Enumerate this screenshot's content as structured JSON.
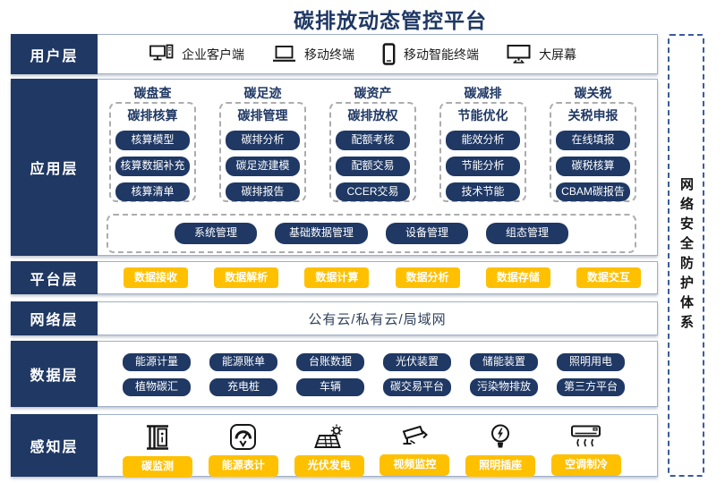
{
  "title": "碳排放动态管控平台",
  "security_box": {
    "label": "网络安全防护体系"
  },
  "layers": {
    "user": {
      "label": "用户层",
      "items": [
        {
          "icon": "desktop-pc-icon",
          "label": "企业客户端"
        },
        {
          "icon": "laptop-icon",
          "label": "移动终端"
        },
        {
          "icon": "smartphone-icon",
          "label": "移动智能终端"
        },
        {
          "icon": "big-screen-icon",
          "label": "大屏幕"
        }
      ]
    },
    "app": {
      "label": "应用层",
      "columns": [
        {
          "header": "碳盘查",
          "sub": "碳排核算",
          "items": [
            "核算模型",
            "核算数据补充",
            "核算清单"
          ]
        },
        {
          "header": "碳足迹",
          "sub": "碳排管理",
          "items": [
            "碳排分析",
            "碳足迹建模",
            "碳排报告"
          ]
        },
        {
          "header": "碳资产",
          "sub": "碳排放权",
          "items": [
            "配额考核",
            "配额交易",
            "CCER交易"
          ]
        },
        {
          "header": "碳减排",
          "sub": "节能优化",
          "items": [
            "能效分析",
            "节能分析",
            "技术节能"
          ]
        },
        {
          "header": "碳关税",
          "sub": "关税申报",
          "items": [
            "在线填报",
            "碳税核算",
            "CBAM碳报告"
          ]
        }
      ],
      "bottom_items": [
        "系统管理",
        "基础数据管理",
        "设备管理",
        "组态管理"
      ]
    },
    "platform": {
      "label": "平台层",
      "items": [
        "数据接收",
        "数据解析",
        "数据计算",
        "数据分析",
        "数据存储",
        "数据交互"
      ]
    },
    "network": {
      "label": "网络层",
      "text": "公有云/私有云/局域网"
    },
    "data": {
      "label": "数据层",
      "rows": [
        [
          "能源计量",
          "能源账单",
          "台账数据",
          "光伏装置",
          "储能装置",
          "照明用电"
        ],
        [
          "植物碳汇",
          "充电桩",
          "车辆",
          "碳交易平台",
          "污染物排放",
          "第三方平台"
        ]
      ]
    },
    "sense": {
      "label": "感知层",
      "items": [
        {
          "icon": "carbon-monitor-icon",
          "label": "碳监测"
        },
        {
          "icon": "energy-meter-icon",
          "label": "能源表计"
        },
        {
          "icon": "solar-power-icon",
          "label": "光伏发电"
        },
        {
          "icon": "cctv-icon",
          "label": "视频监控"
        },
        {
          "icon": "light-socket-icon",
          "label": "照明插座"
        },
        {
          "icon": "air-conditioner-icon",
          "label": "空调制冷"
        }
      ]
    }
  },
  "colors": {
    "navy": "#1F3864",
    "yellow": "#FFC000",
    "row_border": "#9FB0C9",
    "dashed_gray": "#ACACAC",
    "security_dashed_blue": "#3A5C9C"
  }
}
